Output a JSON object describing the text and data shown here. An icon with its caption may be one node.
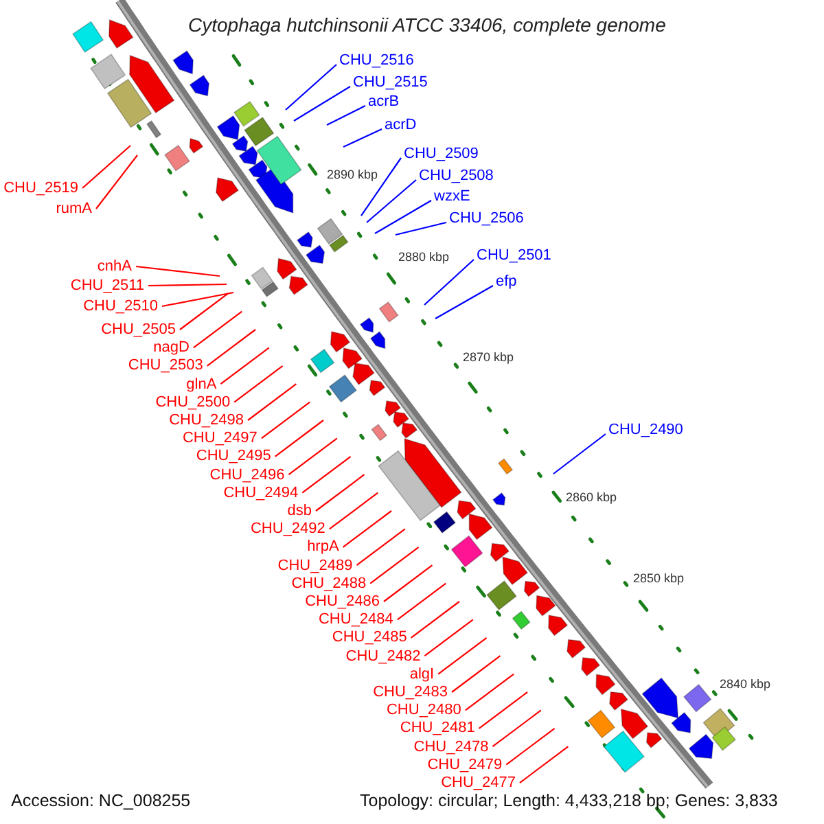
{
  "diagram": {
    "title": "Cytophaga hutchinsonii ATCC 33406, complete genome",
    "nodes": [
      {
        "text": [
          "CHU_2516"
        ]
      },
      {
        "text": [
          "CHU_2515"
        ]
      },
      {
        "text": [
          "acrB"
        ]
      },
      {
        "text": [
          "acrD"
        ]
      },
      {
        "text": [
          "CHU_2509"
        ]
      },
      {
        "text": [
          "CHU_2508"
        ]
      },
      {
        "text": [
          "wzxE"
        ]
      },
      {
        "text": [
          "CHU_2506"
        ]
      },
      {
        "text": [
          "CHU_2501"
        ]
      },
      {
        "text": [
          "efp"
        ]
      },
      {
        "text": [
          "CHU_2490"
        ]
      },
      {
        "text": [
          "CHU_2519"
        ]
      },
      {
        "text": [
          "rumA"
        ]
      },
      {
        "text": [
          "cnhA"
        ]
      },
      {
        "text": [
          "CHU_2511"
        ]
      },
      {
        "text": [
          "CHU_2510"
        ]
      },
      {
        "text": [
          "CHU_2505"
        ]
      },
      {
        "text": [
          "nagD"
        ]
      },
      {
        "text": [
          "CHU_2503"
        ]
      },
      {
        "text": [
          "glnA"
        ]
      },
      {
        "text": [
          "CHU_2500"
        ]
      },
      {
        "text": [
          "CHU_2498"
        ]
      },
      {
        "text": [
          "CHU_2497"
        ]
      },
      {
        "text": [
          "CHU_2495"
        ]
      },
      {
        "text": [
          "CHU_2496"
        ]
      },
      {
        "text": [
          "CHU_2494"
        ]
      },
      {
        "text": [
          "dsb"
        ]
      },
      {
        "text": [
          "CHU_2492"
        ]
      },
      {
        "text": [
          "hrpA"
        ]
      },
      {
        "text": [
          "CHU_2489"
        ]
      },
      {
        "text": [
          "CHU_2488"
        ]
      },
      {
        "text": [
          "CHU_2486"
        ]
      },
      {
        "text": [
          "CHU_2484"
        ]
      },
      {
        "text": [
          "CHU_2485"
        ]
      },
      {
        "text": [
          "CHU_2482"
        ]
      },
      {
        "text": [
          "algI"
        ]
      },
      {
        "text": [
          "CHU_2483"
        ]
      },
      {
        "text": [
          "CHU_2480"
        ]
      },
      {
        "text": [
          "CHU_2481"
        ]
      },
      {
        "text": [
          "CHU_2478"
        ]
      },
      {
        "text": [
          "CHU_2479"
        ]
      },
      {
        "text": [
          "CHU_2477"
        ]
      }
    ],
    "edges": [
      {
        "from": 0,
        "to": null,
        "arrow": "none",
        "color": "#0000ff"
      },
      {
        "from": 1,
        "to": null,
        "arrow": "none",
        "color": "#0000ff"
      },
      {
        "from": 2,
        "to": null,
        "arrow": "none",
        "color": "#0000ff"
      },
      {
        "from": 3,
        "to": null,
        "arrow": "none",
        "color": "#0000ff"
      },
      {
        "from": 4,
        "to": null,
        "arrow": "none",
        "color": "#0000ff"
      },
      {
        "from": 5,
        "to": null,
        "arrow": "none",
        "color": "#0000ff"
      },
      {
        "from": 6,
        "to": null,
        "arrow": "none",
        "color": "#0000ff"
      },
      {
        "from": 7,
        "to": null,
        "arrow": "none",
        "color": "#0000ff"
      },
      {
        "from": 8,
        "to": null,
        "arrow": "none",
        "color": "#0000ff"
      },
      {
        "from": 9,
        "to": null,
        "arrow": "none",
        "color": "#0000ff"
      },
      {
        "from": 10,
        "to": null,
        "arrow": "none",
        "color": "#0000ff"
      },
      {
        "from": 11,
        "to": null,
        "arrow": "none"
      },
      {
        "from": 12,
        "to": null,
        "arrow": "none"
      },
      {
        "from": 13,
        "to": null,
        "arrow": "none"
      },
      {
        "from": 14,
        "to": null,
        "arrow": "none"
      },
      {
        "from": 15,
        "to": null,
        "arrow": "none"
      },
      {
        "from": 16,
        "to": null,
        "arrow": "none"
      },
      {
        "from": 17,
        "to": null,
        "arrow": "none"
      },
      {
        "from": 18,
        "to": null,
        "arrow": "none"
      },
      {
        "from": 19,
        "to": null,
        "arrow": "none"
      },
      {
        "from": 20,
        "to": null,
        "arrow": "none"
      },
      {
        "from": 21,
        "to": null,
        "arrow": "none"
      },
      {
        "from": 22,
        "to": null,
        "arrow": "none"
      },
      {
        "from": 23,
        "to": null,
        "arrow": "none"
      },
      {
        "from": 24,
        "to": null,
        "arrow": "none"
      },
      {
        "from": 25,
        "to": null,
        "arrow": "none"
      },
      {
        "from": 26,
        "to": null,
        "arrow": "none"
      },
      {
        "from": 27,
        "to": null,
        "arrow": "none"
      },
      {
        "from": 28,
        "to": null,
        "arrow": "none"
      },
      {
        "from": 29,
        "to": null,
        "arrow": "none"
      },
      {
        "from": 30,
        "to": null,
        "arrow": "none"
      },
      {
        "from": 31,
        "to": null,
        "arrow": "none"
      },
      {
        "from": 32,
        "to": null,
        "arrow": "none"
      },
      {
        "from": 33,
        "to": null,
        "arrow": "none"
      },
      {
        "from": 34,
        "to": null,
        "arrow": "none"
      },
      {
        "from": 35,
        "to": null,
        "arrow": "none"
      },
      {
        "from": 36,
        "to": null,
        "arrow": "none"
      },
      {
        "from": 37,
        "to": null,
        "arrow": "none"
      },
      {
        "from": 38,
        "to": null,
        "arrow": "none"
      },
      {
        "from": 39,
        "to": null,
        "arrow": "none"
      },
      {
        "from": 40,
        "to": null,
        "arrow": "none"
      },
      {
        "from": 41,
        "to": null,
        "arrow": "none"
      }
    ],
    "labels": [
      "2890 kbp",
      "2880 kbp",
      "2870 kbp",
      "2860 kbp",
      "2850 kbp",
      "2840 kbp",
      "Accession: NC_008255",
      "Topology: circular; Length: 4,433,218 bp; Genes: 3,833"
    ]
  }
}
